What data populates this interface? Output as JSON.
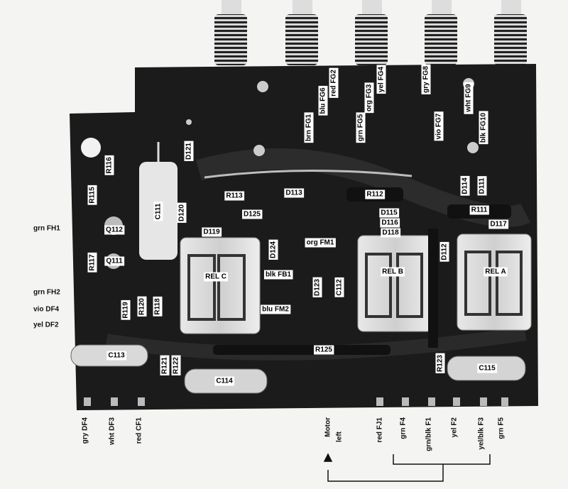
{
  "board_labels": {
    "R116": "R116",
    "R115": "R115",
    "C111": "C111",
    "D121": "D121",
    "Q112": "Q112",
    "Q111": "Q111",
    "R117": "R117",
    "D120": "D120",
    "R113": "R113",
    "D113": "D113",
    "R112": "R112",
    "D114": "D114",
    "D111": "D111",
    "R111": "R111",
    "D125": "D125",
    "D115": "D115",
    "D116": "D116",
    "D117": "D117",
    "D118": "D118",
    "D119": "D119",
    "D124": "D124",
    "D112": "D112",
    "REL_C": "REL C",
    "REL_B": "REL B",
    "REL_A": "REL A",
    "D123": "D123",
    "C112": "C112",
    "R119": "R119",
    "R120": "R120",
    "R118": "R118",
    "C113": "C113",
    "R125": "R125",
    "R121": "R121",
    "R122": "R122",
    "C114": "C114",
    "R123": "R123",
    "C115": "C115"
  },
  "wire_labels": {
    "blk_FB1": "blk FB1",
    "blu_FM2": "blu FM2",
    "org_FM1": "org FM1",
    "brn_FG1": "brn FG1",
    "blu_FG6": "blu FG6",
    "red_FG2": "red FG2",
    "grn_FG5": "grn FG5",
    "org_FG3": "org FG3",
    "yel_FG4": "yel FG4",
    "vio_FG7": "vio FG7",
    "gry_FG8": "gry FG8",
    "wht_FG9": "wht FG9",
    "blk_FG10": "blk FG10"
  },
  "left_edge_labels": {
    "grn_FH1": "grn FH1",
    "grn_FH2": "grn FH2",
    "vio_DF4": "vio DF4",
    "yel_DF2": "yel DF2"
  },
  "bottom_edge_labels": {
    "gry_DF4": "gry DF4",
    "wht_DF3": "wht DF3",
    "red_CF1": "red CF1",
    "motor": "Motor",
    "left": "left",
    "red_FJ1": "red FJ1",
    "grn_F4": "grn F4",
    "grnblk_F1": "grn/blk F1",
    "yel_F2": "yel F2",
    "yelblk_F3": "yel/blk F3",
    "grn_F5": "grn F5"
  }
}
